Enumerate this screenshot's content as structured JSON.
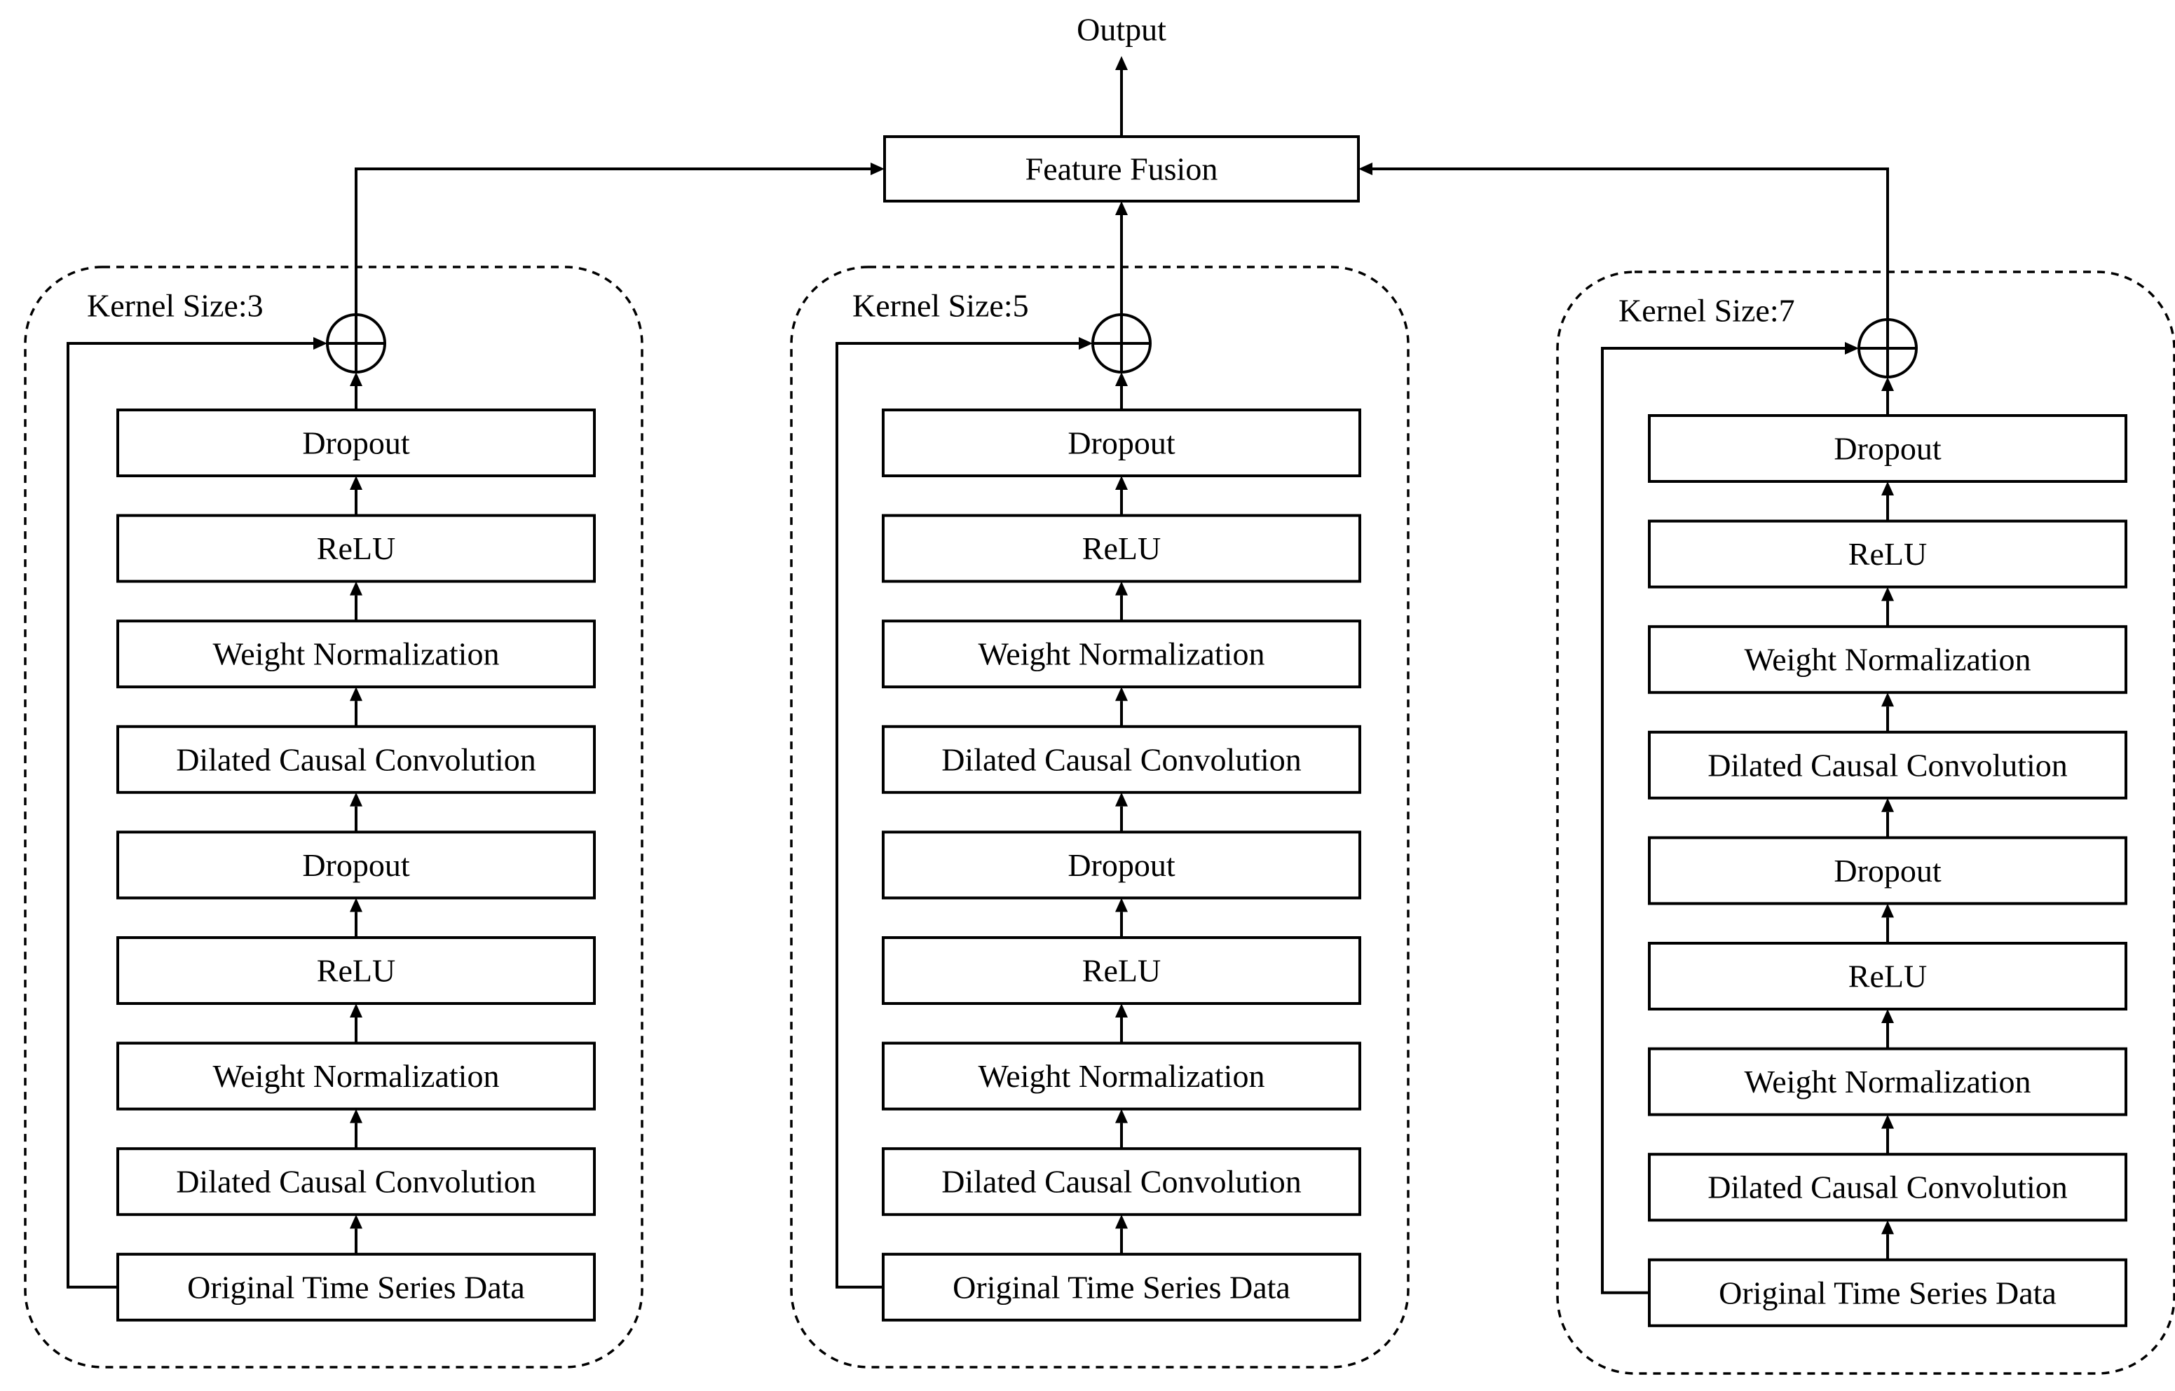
{
  "output_label": "Output",
  "fusion_label": "Feature Fusion",
  "branches": [
    {
      "title": "Kernel Size:3",
      "layers": [
        "Dropout",
        "ReLU",
        "Weight Normalization",
        "Dilated Causal Convolution",
        "Dropout",
        "ReLU",
        "Weight Normalization",
        "Dilated Causal Convolution",
        "Original Time Series Data"
      ]
    },
    {
      "title": "Kernel Size:5",
      "layers": [
        "Dropout",
        "ReLU",
        "Weight Normalization",
        "Dilated Causal Convolution",
        "Dropout",
        "ReLU",
        "Weight Normalization",
        "Dilated Causal Convolution",
        "Original Time Series Data"
      ]
    },
    {
      "title": "Kernel Size:7",
      "layers": [
        "Dropout",
        "ReLU",
        "Weight Normalization",
        "Dilated Causal Convolution",
        "Dropout",
        "ReLU",
        "Weight Normalization",
        "Dilated Causal Convolution",
        "Original Time Series Data"
      ]
    }
  ]
}
